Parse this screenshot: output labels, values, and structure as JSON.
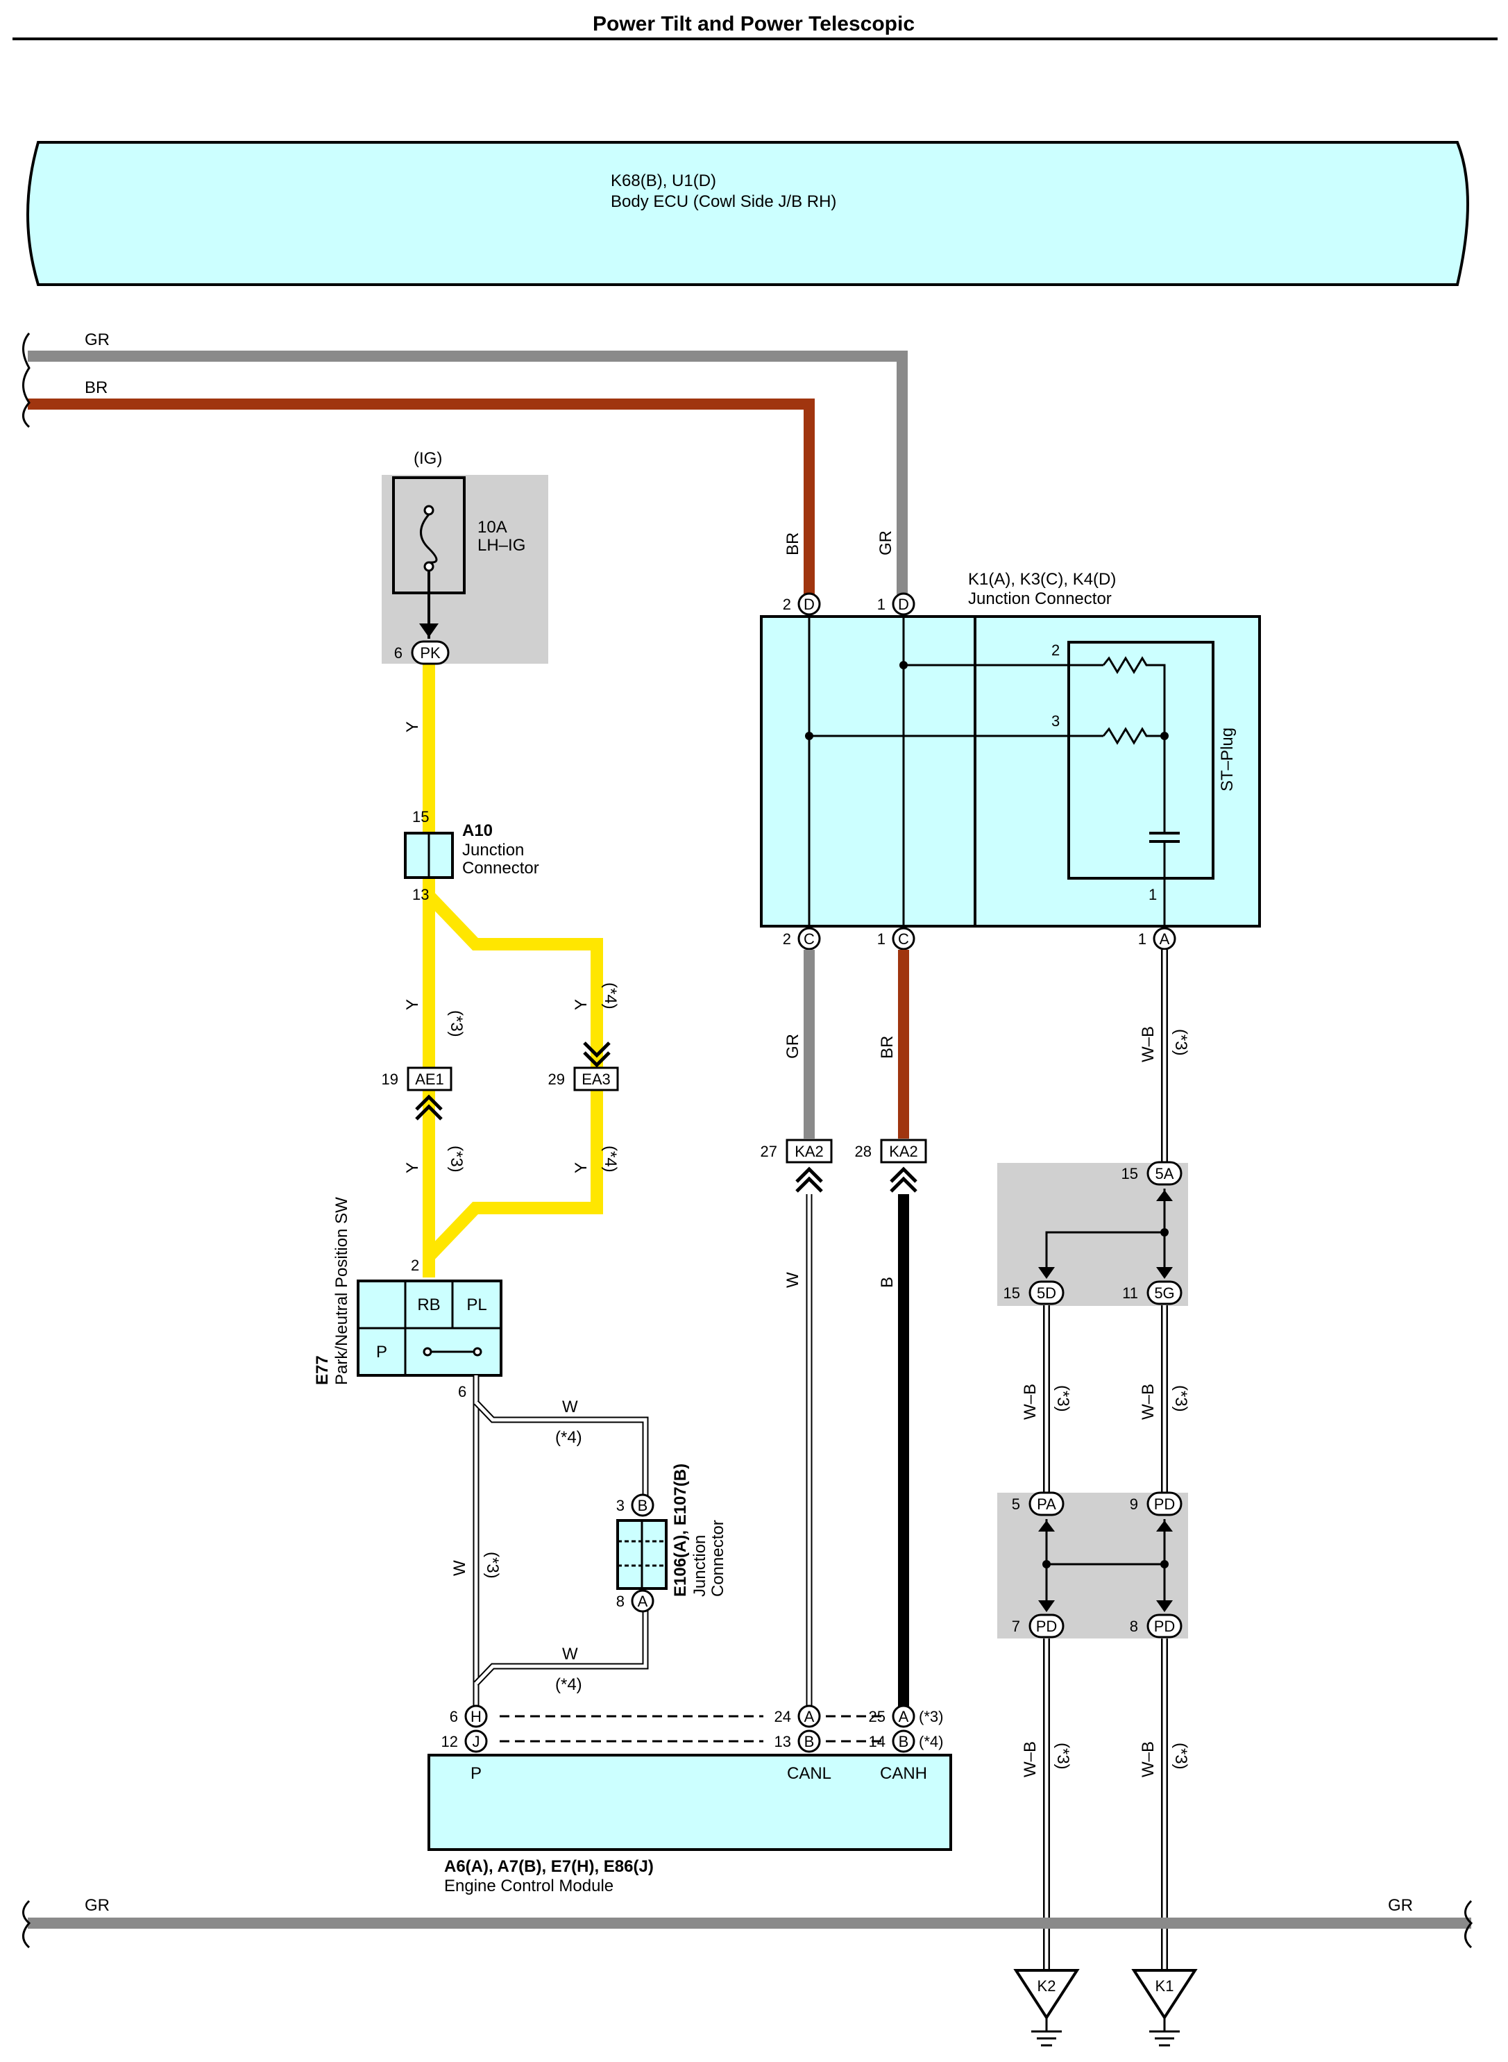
{
  "title": "Power Tilt and Power Telescopic",
  "colors": {
    "gr": "#8a8a8a",
    "br": "#a0350f",
    "y": "#ffe600",
    "b": "#000000",
    "w": "#ffffff",
    "box": "#ccffff",
    "shade": "#d0d0d0"
  },
  "body_ecu": {
    "code": "K68(B), U1(D)",
    "name": "Body ECU (Cowl Side J/B RH)"
  },
  "fuse": {
    "group": "(IG)",
    "rating": "10A",
    "name": "LH–IG"
  },
  "jc_k": {
    "code": "K1(A), K3(C), K4(D)",
    "name": "Junction Connector",
    "plug": "ST–Plug"
  },
  "jc_a10": {
    "code": "A10",
    "name1": "Junction",
    "name2": "Connector"
  },
  "sw_e77": {
    "code": "E77",
    "name": "Park/Neutral Position SW",
    "rb": "RB",
    "pl": "PL",
    "p": "P"
  },
  "jc_e106": {
    "code": "E106(A), E107(B)",
    "name1": "Junction",
    "name2": "Connector"
  },
  "ecm": {
    "code": "A6(A), A7(B), E7(H), E86(J)",
    "name": "Engine Control Module",
    "p": "P",
    "canl": "CANL",
    "canh": "CANH"
  },
  "wires": {
    "gr": "GR",
    "br": "BR",
    "y": "Y",
    "w": "W",
    "b": "B",
    "wb": "W–B"
  },
  "notes": {
    "n3": "(*3)",
    "n4": "(*4)"
  },
  "connectors": {
    "pk": "PK",
    "ae1": "AE1",
    "ea3": "EA3",
    "ka2": "KA2",
    "d": "D",
    "c": "C",
    "a": "A",
    "b": "B",
    "h": "H",
    "j": "J",
    "c5a": "5A",
    "c5d": "5D",
    "c5g": "5G",
    "pa": "PA",
    "pd": "PD"
  },
  "pins": {
    "p1": "1",
    "p2": "2",
    "p3": "3",
    "p5": "5",
    "p6": "6",
    "p7": "7",
    "p8": "8",
    "p9": "9",
    "p11": "11",
    "p12": "12",
    "p13": "13",
    "p14": "14",
    "p15": "15",
    "p19": "19",
    "p24": "24",
    "p25": "25",
    "p27": "27",
    "p28": "28",
    "p29": "29"
  },
  "grounds": {
    "k1": "K1",
    "k2": "K2"
  }
}
